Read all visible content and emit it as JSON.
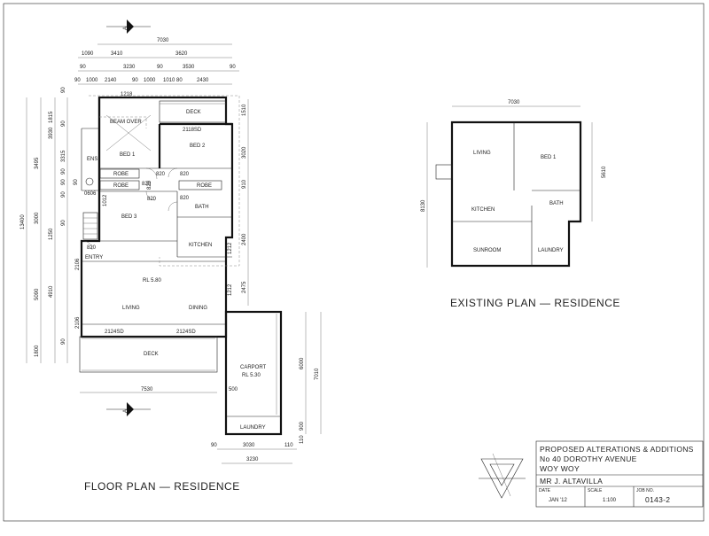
{
  "floor_plan": {
    "title": "FLOOR PLAN  —  RESIDENCE",
    "rooms": {
      "beam_over": "BEAM OVER",
      "deck_top": "DECK",
      "bed1": "BED 1",
      "bed2": "BED 2",
      "bed3": "BED 3",
      "ens": "ENS",
      "robe1": "ROBE",
      "robe2": "ROBE",
      "robe3": "ROBE",
      "bath": "BATH",
      "kitchen": "KITCHEN",
      "entry": "ENTRY",
      "rl": "RL 5.80",
      "living": "LIVING",
      "dining": "DINING",
      "deck_bottom": "DECK",
      "carport": "CARPORT",
      "carport_rl": "RL 5.30",
      "laundry": "LAUNDRY"
    },
    "labels": {
      "sd1": "2118SD",
      "sd2": "2124SD",
      "sd3": "2124SD",
      "d820a": "820",
      "d820b": "820",
      "d820c": "820",
      "d820d": "820",
      "d820e": "820",
      "d820f": "820",
      "d820g": "820",
      "d0606": "0606",
      "d1012": "1012",
      "d1218": "1218",
      "d2106a": "2106",
      "d2106b": "2106",
      "d1212a": "1212",
      "d1212b": "1212"
    },
    "top_dims": {
      "overall": "7030",
      "r2": [
        "1090",
        "3410",
        "3620"
      ],
      "r3": [
        "90",
        "3230",
        "90",
        "3530",
        "90"
      ],
      "r4": [
        "90",
        "1000",
        "2140",
        "90",
        "1000",
        "1010",
        "80",
        "2430"
      ]
    },
    "left_dims": {
      "overall": "13400",
      "c2": [
        "3495",
        "3000",
        "5090",
        "1800"
      ],
      "c3": [
        "1815",
        "3930",
        "1250",
        "4910"
      ],
      "c4": [
        "90",
        "90",
        "3315",
        "90",
        "90",
        "90",
        "90",
        "90",
        "90"
      ]
    },
    "right_dims": [
      "1510",
      "3020",
      "910",
      "2400",
      "2475"
    ],
    "bottom_dims": {
      "deck": "7530",
      "d500": "500",
      "r1": [
        "90",
        "3030",
        "110"
      ],
      "r2": "3230"
    },
    "carport_dims": [
      "6000",
      "7010",
      "900",
      "110"
    ]
  },
  "existing_plan": {
    "title": "EXISTING PLAN  —  RESIDENCE",
    "top_dim": "7030",
    "left_dim": "8130",
    "right_dim": "5610",
    "rooms": {
      "living": "LIVING",
      "bed1": "BED 1",
      "kitchen": "KITCHEN",
      "bath": "BATH",
      "sunroom": "SUNROOM",
      "laundry": "LAUNDRY"
    }
  },
  "north_marker": "A",
  "title_block": {
    "line1": "PROPOSED ALTERATIONS & ADDITIONS",
    "line2": "No 40 DOROTHY AVENUE",
    "line3": "WOY WOY",
    "client": "MR J. ALTAVILLA",
    "date_label": "DATE",
    "date_value": "JAN '12",
    "scale_label": "SCALE",
    "scale_value": "1:100",
    "job_label": "JOB NO.",
    "job_value": "0143-2"
  }
}
